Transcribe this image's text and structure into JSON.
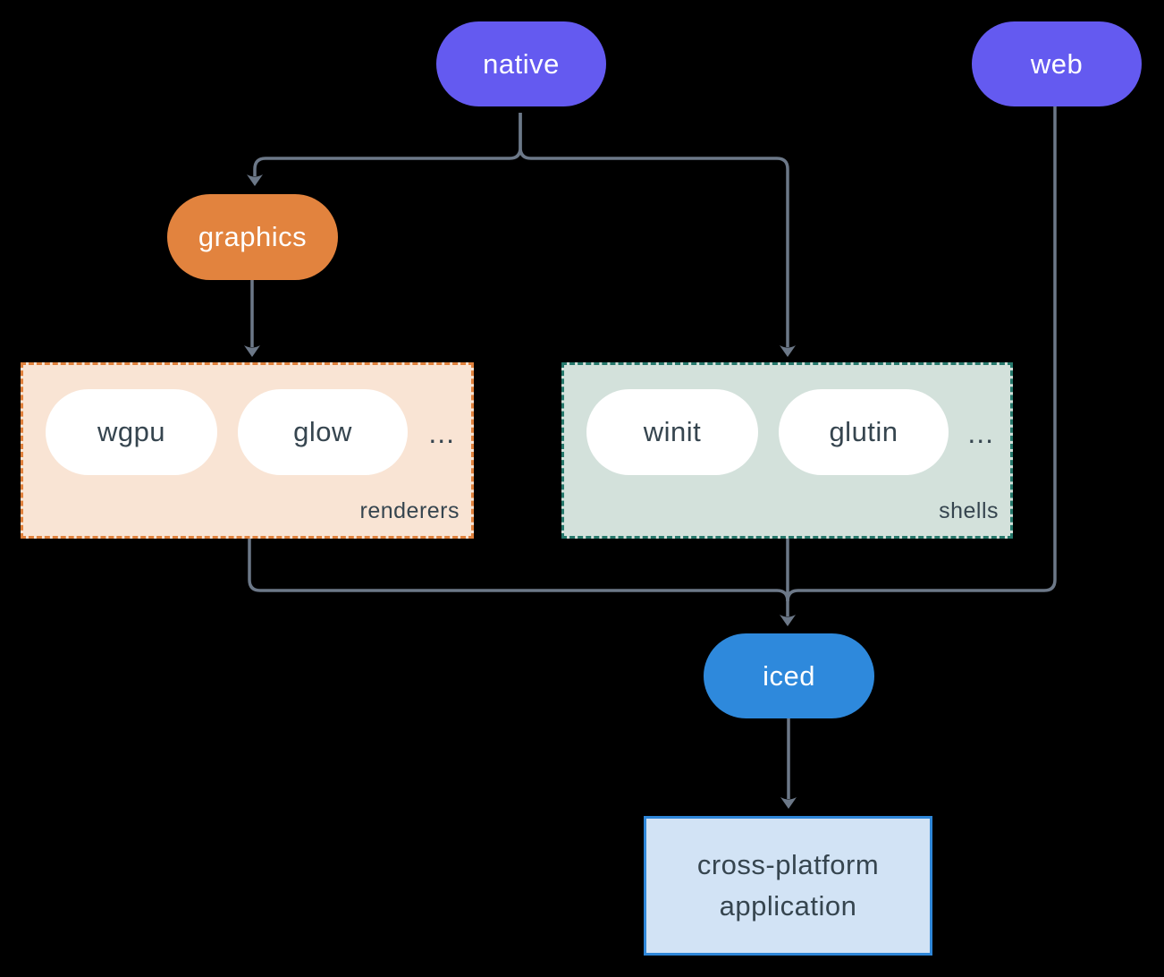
{
  "nodes": {
    "native": {
      "label": "native",
      "color": "#645AF0"
    },
    "web": {
      "label": "web",
      "color": "#645AF0"
    },
    "graphics": {
      "label": "graphics",
      "color": "#E2833E"
    },
    "iced": {
      "label": "iced",
      "color": "#2E89DC"
    },
    "application": {
      "line1": "cross-platform",
      "line2": "application",
      "bg": "#D2E3F5",
      "border": "#2E86D8"
    }
  },
  "groups": {
    "renderers": {
      "label": "renderers",
      "items": [
        "wgpu",
        "glow"
      ],
      "ellipsis": "...",
      "bg": "#F9E4D4",
      "border": "#E0813C"
    },
    "shells": {
      "label": "shells",
      "items": [
        "winit",
        "glutin"
      ],
      "ellipsis": "...",
      "bg": "#D3E1DB",
      "border": "#26796C"
    }
  },
  "colors": {
    "background": "#000000",
    "connector": "#6C7888",
    "node_text_light": "#FFFFFF",
    "text_dark": "#36454F",
    "item_pill_bg": "#FFFFFF"
  }
}
